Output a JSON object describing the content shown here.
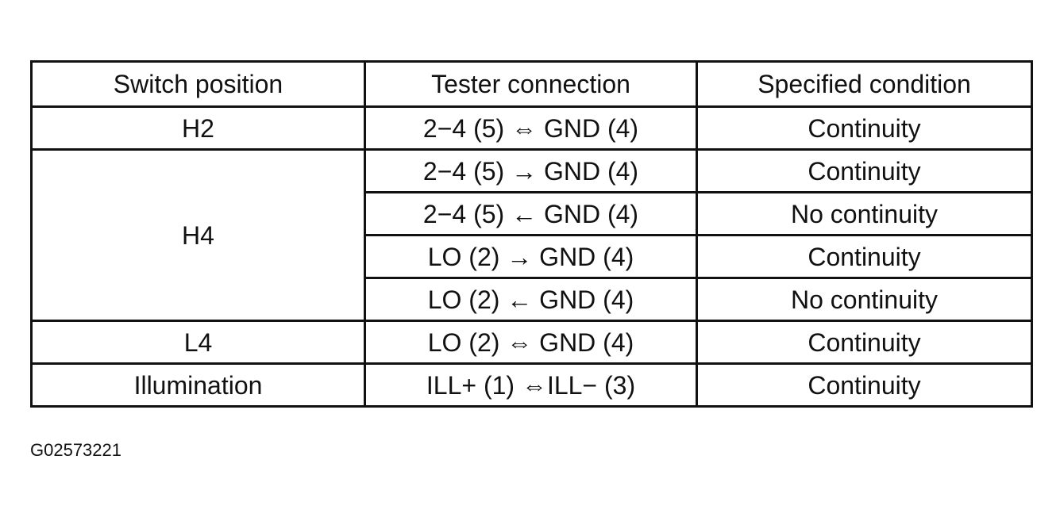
{
  "table": {
    "headers": [
      "Switch position",
      "Tester connection",
      "Specified condition"
    ],
    "rows": {
      "h2": {
        "position": "H2",
        "connection": "2−4 (5) ⇔ GND (4)",
        "condition": "Continuity"
      },
      "h4a": {
        "position": "H4",
        "connection": "2−4 (5) → GND (4)",
        "condition": "Continuity"
      },
      "h4b": {
        "connection": "2−4 (5) ← GND (4)",
        "condition": "No continuity"
      },
      "h4c": {
        "connection": "LO (2) → GND (4)",
        "condition": "Continuity"
      },
      "h4d": {
        "connection": "LO (2) ← GND (4)",
        "condition": "No continuity"
      },
      "l4": {
        "position": "L4",
        "connection": "LO (2) ⇔ GND (4)",
        "condition": "Continuity"
      },
      "ill": {
        "position": "Illumination",
        "connection": "ILL+ (1) ⇔ILL− (3)",
        "condition": "Continuity"
      }
    }
  },
  "figure_id": "G02573221"
}
